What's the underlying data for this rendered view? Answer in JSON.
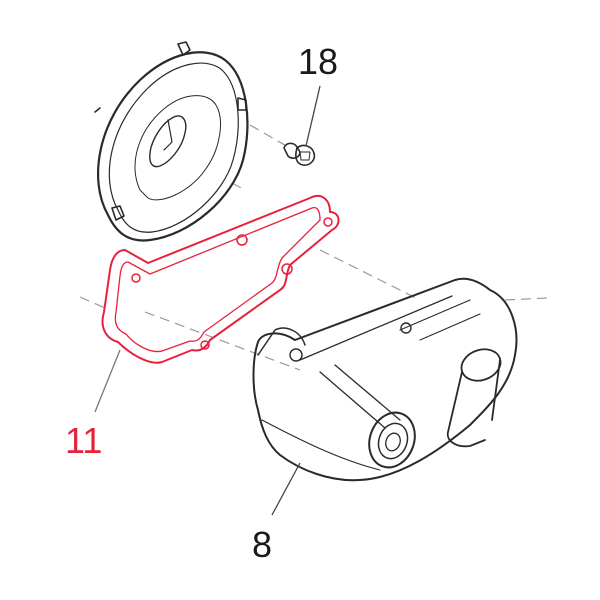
{
  "diagram": {
    "type": "exploded-parts-diagram",
    "colors": {
      "line": "#2a2a2a",
      "highlight": "#e8213b",
      "background": "#ffffff",
      "leader": "#555555"
    },
    "parts": [
      {
        "id": "cover",
        "description": "round cover plate",
        "label": null
      },
      {
        "id": "bolt",
        "description": "flange bolt",
        "label": "18"
      },
      {
        "id": "gasket",
        "description": "gasket (highlighted)",
        "label": "11",
        "highlighted": true
      },
      {
        "id": "housing",
        "description": "housing / case",
        "label": "8"
      }
    ],
    "labels": {
      "bolt": "18",
      "gasket": "11",
      "housing": "8"
    }
  }
}
